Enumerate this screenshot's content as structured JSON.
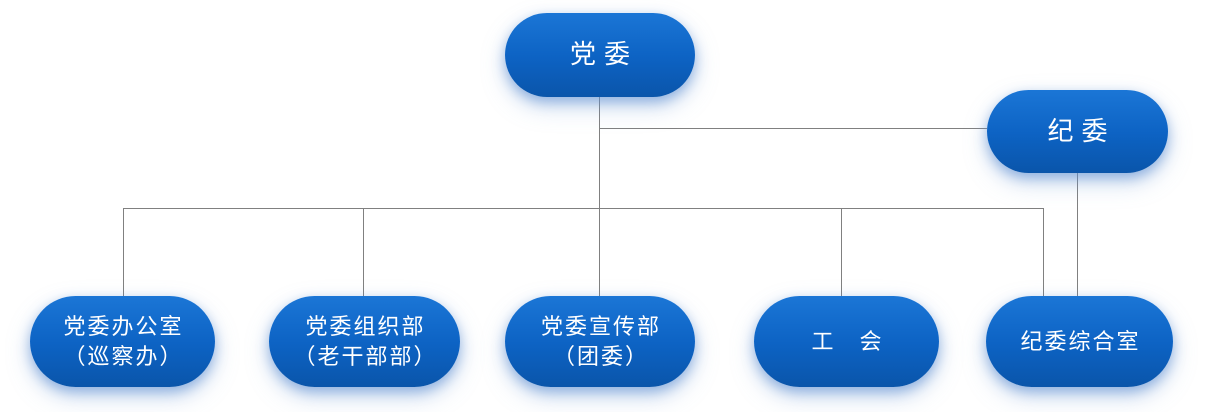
{
  "chart_type": "org-chart",
  "colors": {
    "node_gradient_top": "#1b76d6",
    "node_gradient_mid": "#0d63c4",
    "node_gradient_bottom": "#0a55aa",
    "node_text": "#ffffff",
    "connector": "#808080",
    "glow": "#aac6ea",
    "background": "#ffffff"
  },
  "nodes": [
    {
      "id": "party-committee",
      "label": "党委"
    },
    {
      "id": "discipline-committee",
      "label": "纪委"
    },
    {
      "id": "party-office",
      "label": "党委办公室",
      "sublabel": "（巡察办）"
    },
    {
      "id": "organization-dept",
      "label": "党委组织部",
      "sublabel": "（老干部部）"
    },
    {
      "id": "propaganda-dept",
      "label": "党委宣传部",
      "sublabel": "（团委）"
    },
    {
      "id": "labor-union",
      "label": "工　会"
    },
    {
      "id": "discipline-office",
      "label": "纪委综合室"
    }
  ],
  "edges": [
    {
      "from": "party-committee",
      "to": "discipline-committee"
    },
    {
      "from": "party-committee",
      "to": "party-office"
    },
    {
      "from": "party-committee",
      "to": "organization-dept"
    },
    {
      "from": "party-committee",
      "to": "propaganda-dept"
    },
    {
      "from": "party-committee",
      "to": "labor-union"
    },
    {
      "from": "party-committee",
      "to": "discipline-office"
    },
    {
      "from": "discipline-committee",
      "to": "discipline-office"
    }
  ]
}
